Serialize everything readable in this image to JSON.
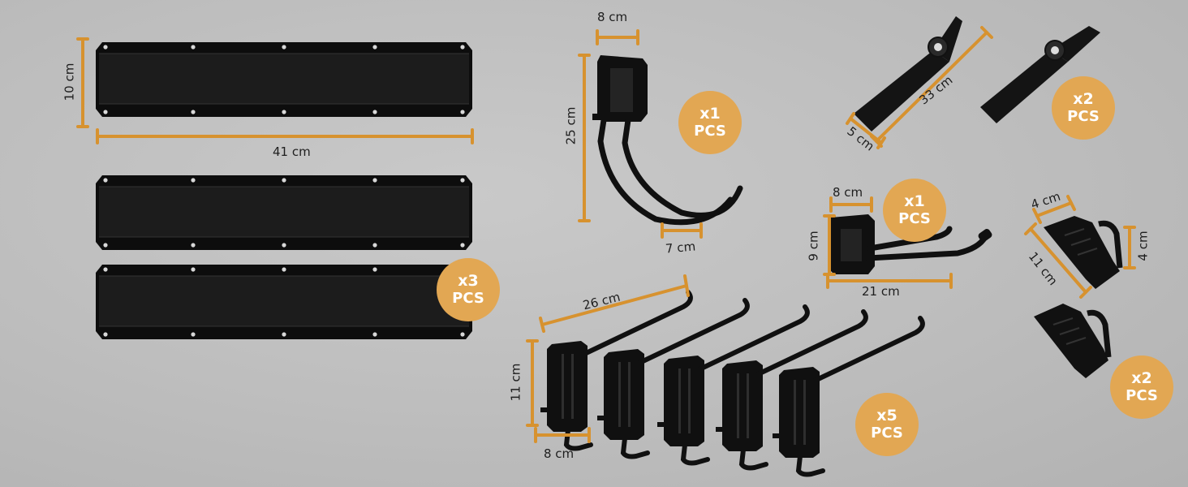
{
  "colors": {
    "background": "#bdbdbd",
    "accent": "#e2a753",
    "product": "#111111",
    "badge_text": "#ffffff"
  },
  "rails": {
    "height_label": "10 cm",
    "width_label": "41 cm",
    "badge": {
      "qty": "x3",
      "unit": "PCS"
    }
  },
  "big_hook": {
    "top_label": "8 cm",
    "height_label": "25 cm",
    "bottom_label": "7 cm",
    "badge": {
      "qty": "x1",
      "unit": "PCS"
    }
  },
  "straps": {
    "width_label": "5 cm",
    "length_label": "33 cm",
    "badge": {
      "qty": "x2",
      "unit": "PCS"
    }
  },
  "double_hook": {
    "top_label": "8 cm",
    "height_label": "9 cm",
    "length_label": "21 cm",
    "badge": {
      "qty": "x1",
      "unit": "PCS"
    }
  },
  "small_hooks": {
    "top_label": "4 cm",
    "height_label": "4 cm",
    "length_label": "11 cm",
    "badge": {
      "qty": "x2",
      "unit": "PCS"
    }
  },
  "utility_hooks": {
    "length_label": "26 cm",
    "height_label": "11 cm",
    "width_label": "8 cm",
    "badge": {
      "qty": "x5",
      "unit": "PCS"
    }
  }
}
